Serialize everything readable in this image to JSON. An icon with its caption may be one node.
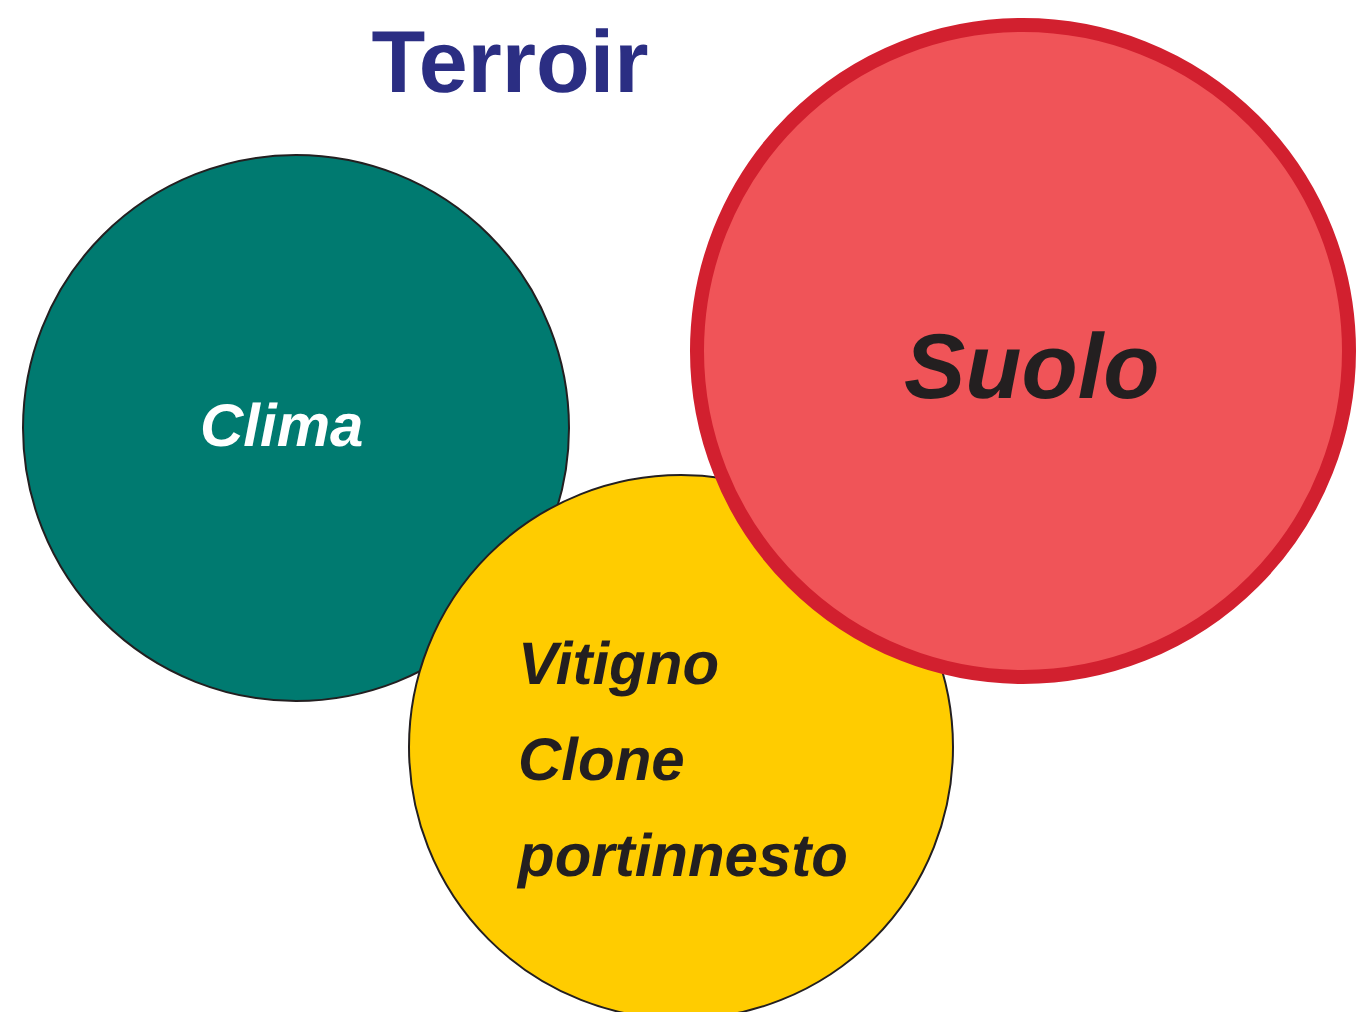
{
  "diagram": {
    "title": "Terroir",
    "nodes": [
      {
        "text": [
          "Clima"
        ]
      },
      {
        "text": [
          "Suolo"
        ]
      },
      {
        "text": [
          "Vitigno",
          "Clone",
          "portinnesto"
        ]
      }
    ]
  }
}
